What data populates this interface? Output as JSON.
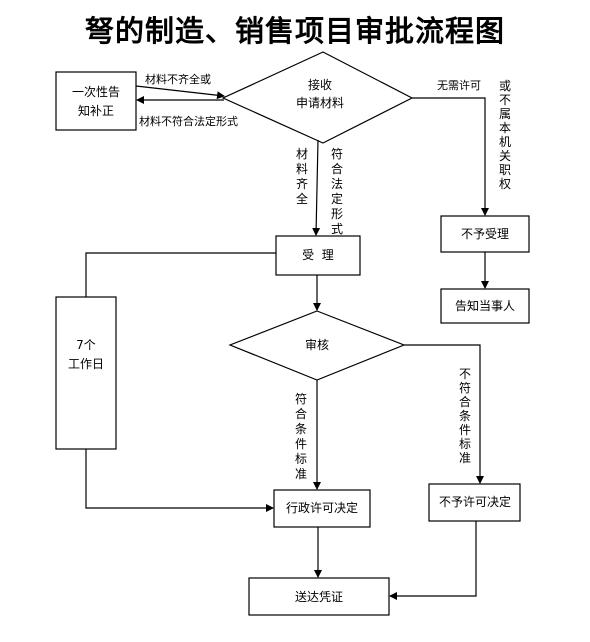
{
  "title": "弩的制造、销售项目审批流程图",
  "nodes": {
    "notice": [
      "一次性告",
      "知补正"
    ],
    "receive": [
      "接收",
      "申请材料"
    ],
    "accept": "受  理",
    "reject": "不予受理",
    "inform": "告知当事人",
    "review": "审核",
    "days": [
      "7个",
      "工作日"
    ],
    "approve": "行政许可决定",
    "deny": "不予许可决定",
    "deliver": "送达凭证"
  },
  "edges": {
    "incomplete": "材料不齐全或",
    "improper": "材料不符合法定形式",
    "no_permit_a": "无需许可",
    "no_permit_b": "或不属本机关职权",
    "complete": "材料齐全",
    "proper": "符合法定形式",
    "meets": "符合条件标准",
    "not_meets": "不符合条件标准"
  }
}
